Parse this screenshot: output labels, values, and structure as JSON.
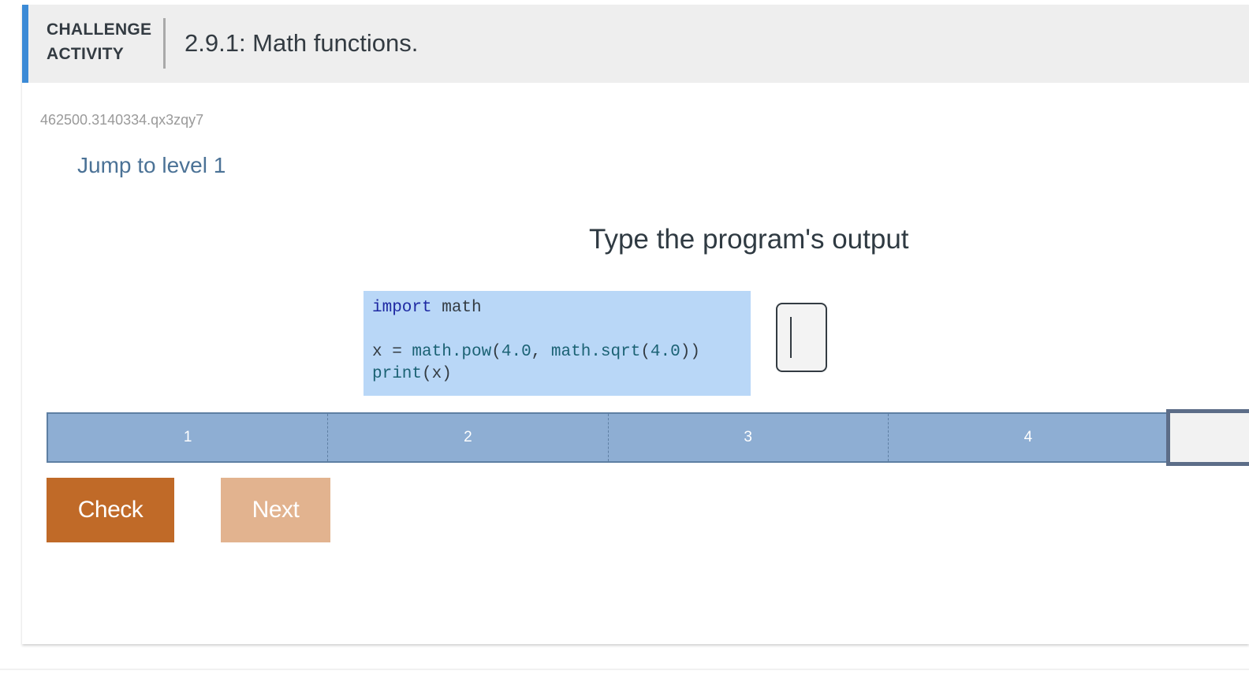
{
  "header": {
    "label_line1": "CHALLENGE",
    "label_line2": "ACTIVITY",
    "title": "2.9.1: Math functions."
  },
  "activity_id": "462500.3140334.qx3zqy7",
  "jump_link": "Jump to level 1",
  "instructions": "Type the program's output",
  "code": {
    "line1_kw": "import",
    "line1_rest": " math",
    "line3_a": "x = ",
    "line3_fn1": "math.pow",
    "line3_b": "(",
    "line3_num1": "4.0",
    "line3_c": ", ",
    "line3_fn2": "math.sqrt",
    "line3_d": "(",
    "line3_num2": "4.0",
    "line3_e": "))",
    "line4_fn": "print",
    "line4_rest": "(x)"
  },
  "output": {
    "value": ""
  },
  "progress": {
    "levels": [
      "1",
      "2",
      "3",
      "4"
    ],
    "current_level": 5
  },
  "buttons": {
    "check": "Check",
    "next": "Next"
  },
  "colors": {
    "accent": "#3b8ad6",
    "check_button": "#c06a28",
    "next_button": "#e2b38f",
    "code_background": "#b9d7f7",
    "progress_fill": "#8eaed3"
  }
}
